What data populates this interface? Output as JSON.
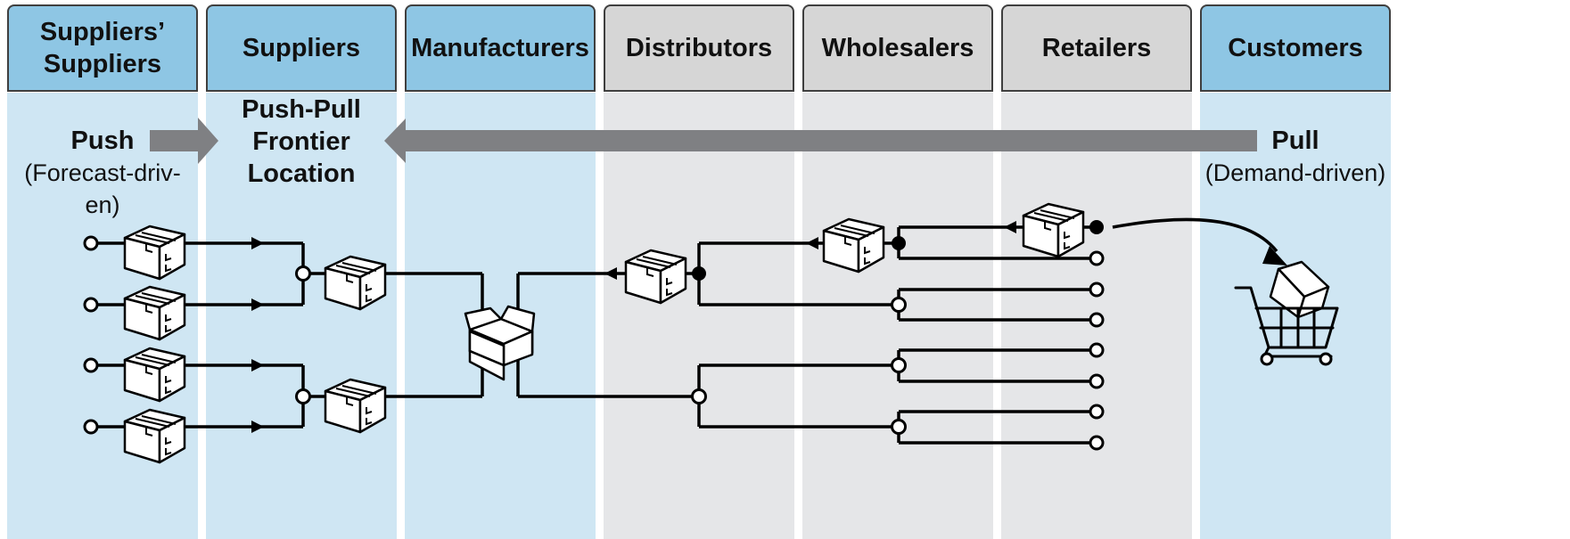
{
  "columns": [
    {
      "id": "suppliers-suppliers",
      "line1": "Suppliers’",
      "line2": "Suppliers",
      "color": "blue"
    },
    {
      "id": "suppliers",
      "line1": "Suppliers",
      "line2": "",
      "color": "blue"
    },
    {
      "id": "manufacturers",
      "line1": "Manufacturers",
      "line2": "",
      "color": "blue"
    },
    {
      "id": "distributors",
      "line1": "Distributors",
      "line2": "",
      "color": "gray"
    },
    {
      "id": "wholesalers",
      "line1": "Wholesalers",
      "line2": "",
      "color": "gray"
    },
    {
      "id": "retailers",
      "line1": "Retailers",
      "line2": "",
      "color": "gray"
    },
    {
      "id": "customers",
      "line1": "Customers",
      "line2": "",
      "color": "blue"
    }
  ],
  "labels": {
    "push_title": "Push",
    "push_sub1": "(Forecast-driv-",
    "push_sub2": "en)",
    "frontier_1": "Push-Pull",
    "frontier_2": "Frontier",
    "frontier_3": "Location",
    "pull_title": "Pull",
    "pull_sub": "(Demand-driven)"
  },
  "colors": {
    "header_blue": "#8ec6e4",
    "body_blue": "#cfe6f3",
    "header_gray": "#d6d6d6",
    "body_gray": "#e5e6e8",
    "arrow_gray": "#7f8083",
    "line": "#000000"
  },
  "icons": {
    "box": "closed-box-icon",
    "open_box": "open-box-icon",
    "cart": "shopping-cart-icon"
  }
}
